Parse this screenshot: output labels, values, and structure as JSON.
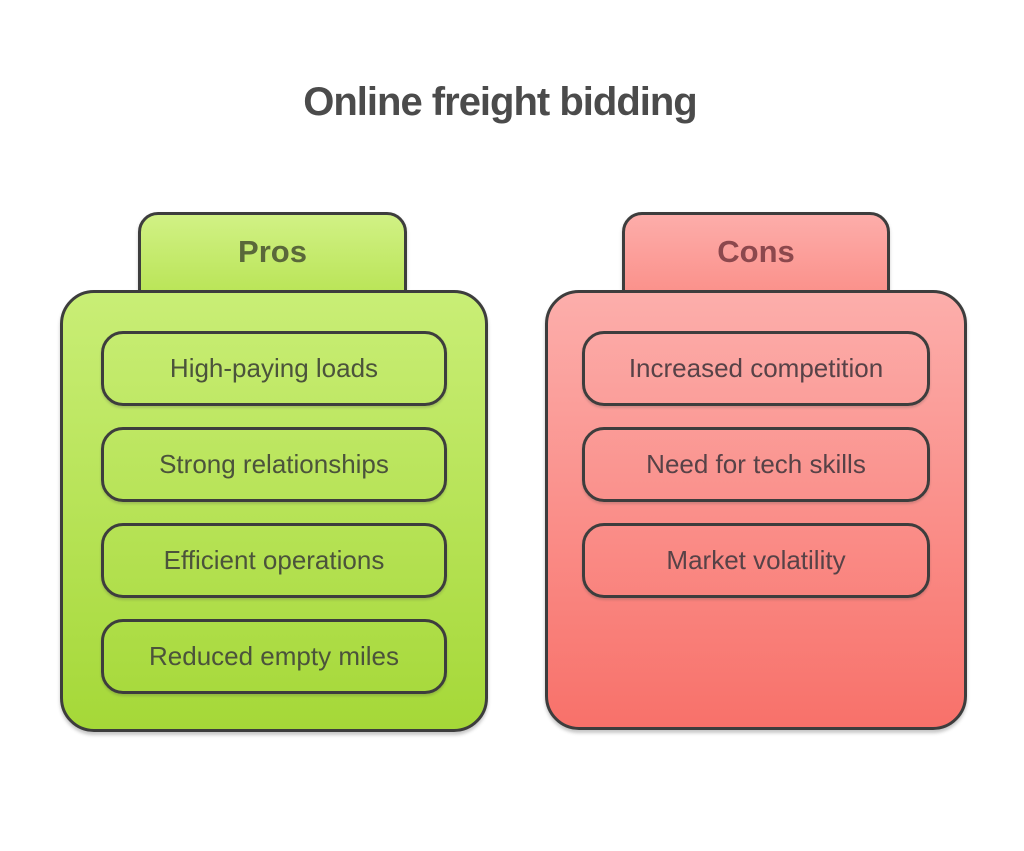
{
  "title": "Online freight bidding",
  "pros": {
    "label": "Pros",
    "items": [
      "High-paying loads",
      "Strong relationships",
      "Efficient operations",
      "Reduced empty miles"
    ]
  },
  "cons": {
    "label": "Cons",
    "items": [
      "Increased competition",
      "Need for tech skills",
      "Market volatility"
    ]
  },
  "colors": {
    "background": "#ffffff",
    "outline": "#3d3d3d",
    "title_text": "#4b4b4b",
    "pros_tab_top": "#d1f185",
    "pros_tab_bottom": "#b5e24e",
    "pros_panel_top": "#c9ee76",
    "pros_panel_bottom": "#a5d838",
    "pros_label_text": "#5a683a",
    "pros_item_text": "#4b533b",
    "cons_tab_top": "#fdadaa",
    "cons_tab_bottom": "#fa8b84",
    "cons_panel_top": "#fcaeab",
    "cons_panel_bottom": "#f8716a",
    "cons_label_text": "#8c484d",
    "cons_item_text": "#574247"
  }
}
